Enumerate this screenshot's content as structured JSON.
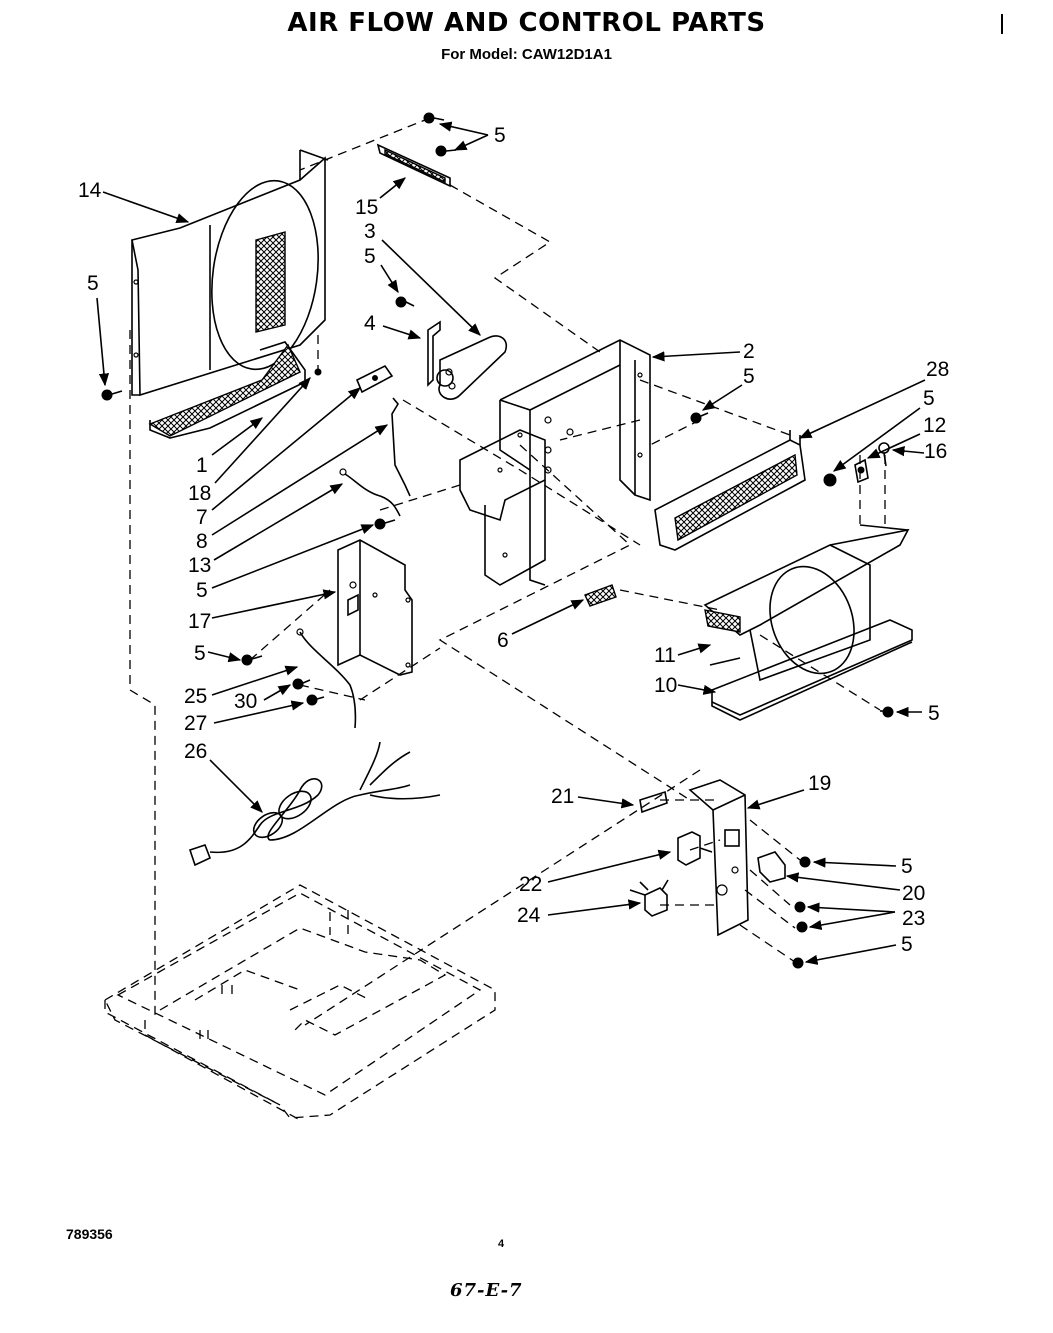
{
  "header": {
    "title": "AIR FLOW AND CONTROL PARTS",
    "subtitle": "For Model: CAW12D1A1"
  },
  "footer": {
    "doc_number": "789356",
    "page_number": "4",
    "handwritten_code": "67-E-7"
  },
  "callouts": [
    {
      "id": "c-5-top",
      "text": "5"
    },
    {
      "id": "c-14",
      "text": "14"
    },
    {
      "id": "c-15",
      "text": "15"
    },
    {
      "id": "c-3",
      "text": "3"
    },
    {
      "id": "c-5-a",
      "text": "5"
    },
    {
      "id": "c-5-left",
      "text": "5"
    },
    {
      "id": "c-4",
      "text": "4"
    },
    {
      "id": "c-2",
      "text": "2"
    },
    {
      "id": "c-5-b",
      "text": "5"
    },
    {
      "id": "c-28",
      "text": "28"
    },
    {
      "id": "c-5-c",
      "text": "5"
    },
    {
      "id": "c-12",
      "text": "12"
    },
    {
      "id": "c-16",
      "text": "16"
    },
    {
      "id": "c-1",
      "text": "1"
    },
    {
      "id": "c-18",
      "text": "18"
    },
    {
      "id": "c-7",
      "text": "7"
    },
    {
      "id": "c-8",
      "text": "8"
    },
    {
      "id": "c-13",
      "text": "13"
    },
    {
      "id": "c-5-d",
      "text": "5"
    },
    {
      "id": "c-17",
      "text": "17"
    },
    {
      "id": "c-6",
      "text": "6"
    },
    {
      "id": "c-5-e",
      "text": "5"
    },
    {
      "id": "c-11",
      "text": "11"
    },
    {
      "id": "c-25",
      "text": "25"
    },
    {
      "id": "c-10",
      "text": "10"
    },
    {
      "id": "c-30",
      "text": "30"
    },
    {
      "id": "c-5-f",
      "text": "5"
    },
    {
      "id": "c-27",
      "text": "27"
    },
    {
      "id": "c-26",
      "text": "26"
    },
    {
      "id": "c-19",
      "text": "19"
    },
    {
      "id": "c-21",
      "text": "21"
    },
    {
      "id": "c-5-g",
      "text": "5"
    },
    {
      "id": "c-22",
      "text": "22"
    },
    {
      "id": "c-20",
      "text": "20"
    },
    {
      "id": "c-24",
      "text": "24"
    },
    {
      "id": "c-23",
      "text": "23"
    },
    {
      "id": "c-5-h",
      "text": "5"
    }
  ]
}
